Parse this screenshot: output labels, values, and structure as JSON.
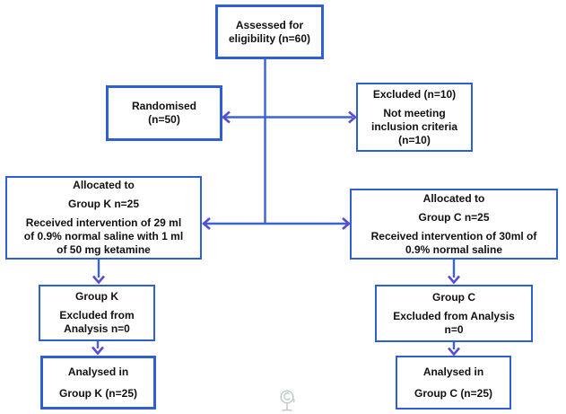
{
  "diagram_type": "participant-flow-diagram",
  "colors": {
    "box_border": "#2e5fd4",
    "connector_line": "#3a63d6",
    "arrowhead": "#5a4cd2",
    "text": "#111111",
    "watermark": "#9fb2a7",
    "background": "#ffffff"
  },
  "boxes": {
    "assessed": {
      "paragraphs": [
        "Assessed for\neligibility (n=60)"
      ]
    },
    "randomised": {
      "paragraphs": [
        "Randomised\n(n=50)"
      ]
    },
    "excluded": {
      "paragraphs": [
        "Excluded (n=10)",
        "Not meeting\ninclusion criteria\n(n=10)"
      ]
    },
    "allocated_k": {
      "paragraphs": [
        "Allocated to",
        "Group K n=25",
        "Received intervention of 29 ml\nof 0.9% normal saline with 1 ml\nof 50 mg ketamine"
      ]
    },
    "allocated_c": {
      "paragraphs": [
        "Allocated to",
        "Group C n=25",
        "Received intervention of 30ml of\n0.9% normal saline"
      ]
    },
    "excluded_analysis_k": {
      "paragraphs": [
        "Group K",
        "Excluded from\nAnalysis n=0"
      ]
    },
    "excluded_analysis_c": {
      "paragraphs": [
        "Group C",
        "Excluded from Analysis\nn=0"
      ]
    },
    "analysed_k": {
      "paragraphs": [
        "Analysed in",
        "Group K (n=25)"
      ]
    },
    "analysed_c": {
      "paragraphs": [
        "Analysed in",
        "Group C (n=25)"
      ]
    }
  }
}
